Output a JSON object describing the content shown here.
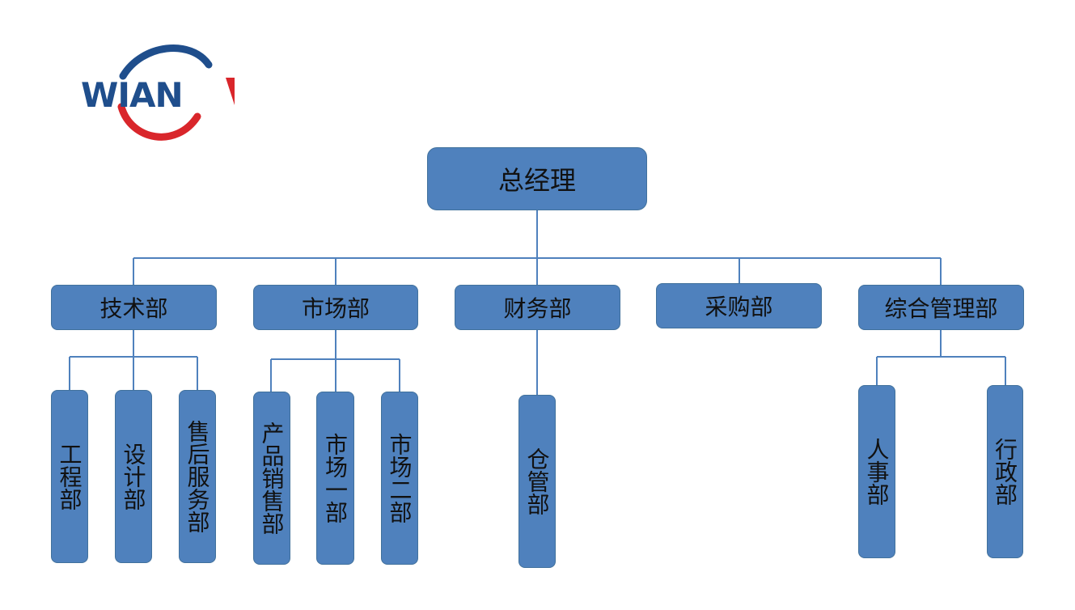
{
  "logo": {
    "text": "WIAN",
    "brand_blue": "#1f4e8c",
    "brand_red": "#d9262b"
  },
  "colors": {
    "box_fill": "#4f81bd",
    "box_border": "#41719c",
    "connector": "#4f81bd"
  },
  "root": {
    "label": "总经理"
  },
  "departments": [
    {
      "label": "技术部",
      "children": [
        "工程部",
        "设计部",
        "售后服务部"
      ]
    },
    {
      "label": "市场部",
      "children": [
        "产品销售部",
        "市场一部",
        "市场二部"
      ]
    },
    {
      "label": "财务部",
      "children": [
        "仓管部"
      ]
    },
    {
      "label": "采购部",
      "children": []
    },
    {
      "label": "综合管理部",
      "children": [
        "人事部",
        "行政部"
      ]
    }
  ]
}
